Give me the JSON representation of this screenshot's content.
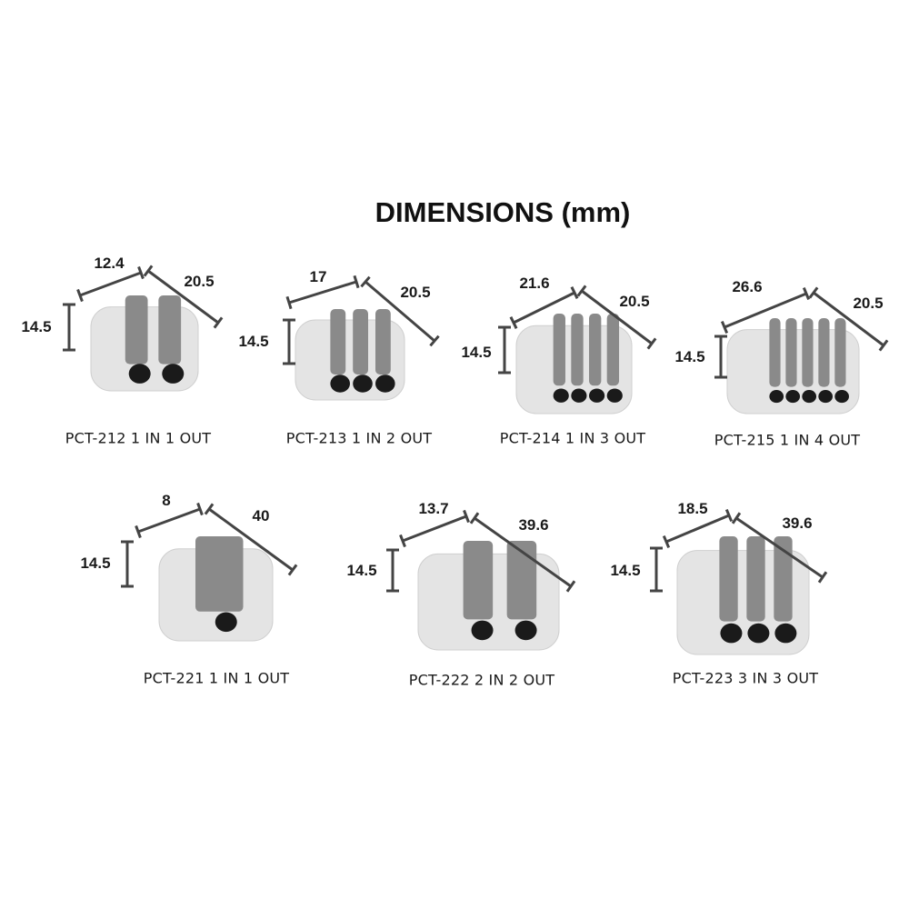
{
  "title": "DIMENSIONS (mm)",
  "products": [
    {
      "model": "PCT-212 1 IN 1 OUT",
      "height": "14.5",
      "width": "12.4",
      "depth": "20.5",
      "ports": 2
    },
    {
      "model": "PCT-213 1 IN 2 OUT",
      "height": "14.5",
      "width": "17",
      "depth": "20.5",
      "ports": 3
    },
    {
      "model": "PCT-214 1 IN 3 OUT",
      "height": "14.5",
      "width": "21.6",
      "depth": "20.5",
      "ports": 4
    },
    {
      "model": "PCT-215 1 IN 4 OUT",
      "height": "14.5",
      "width": "26.6",
      "depth": "20.5",
      "ports": 5
    },
    {
      "model": "PCT-221 1 IN 1 OUT",
      "height": "14.5",
      "width": "8",
      "depth": "40",
      "ports": 1
    },
    {
      "model": "PCT-222 2 IN 2 OUT",
      "height": "14.5",
      "width": "13.7",
      "depth": "39.6",
      "ports": 2
    },
    {
      "model": "PCT-223 3 IN 3 OUT",
      "height": "14.5",
      "width": "18.5",
      "depth": "39.6",
      "ports": 3
    }
  ],
  "colors": {
    "body": "#e4e4e4",
    "lever": "#8a8a8a",
    "hole": "#1a1a1a",
    "line": "#444444"
  }
}
